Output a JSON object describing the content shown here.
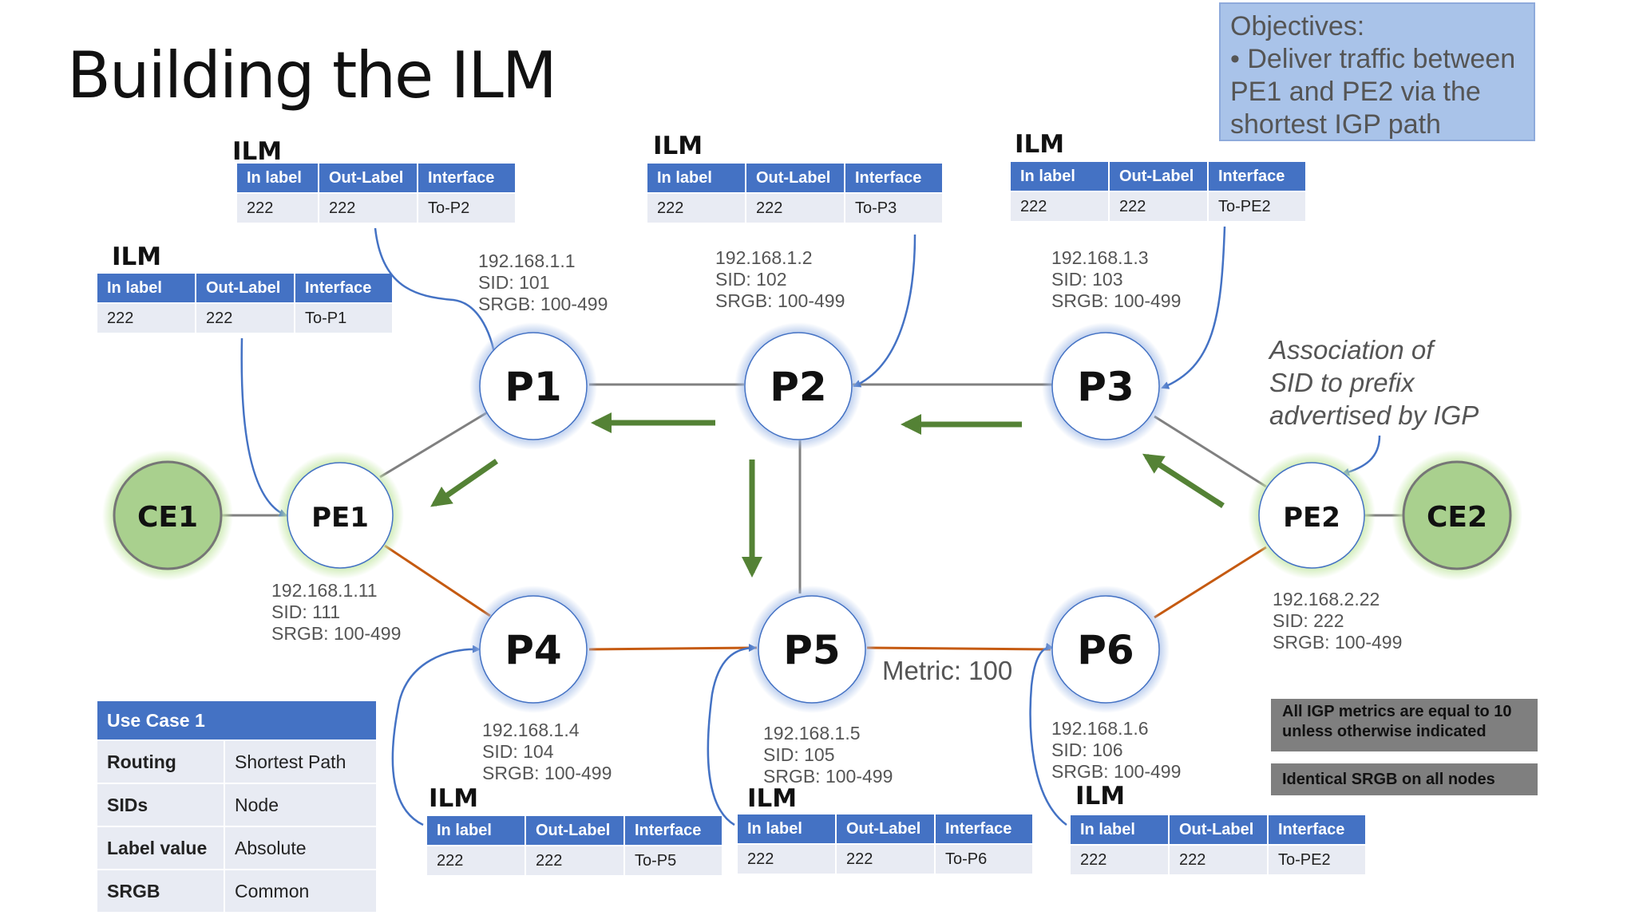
{
  "title": "Building the ILM",
  "objectives": {
    "lines": [
      "Objectives:",
      "• Deliver traffic between",
      "PE1 and PE2 via the",
      "shortest IGP path"
    ]
  },
  "ilm": {
    "heading": "ILM",
    "headers": [
      "In label",
      "Out-Label",
      "Interface"
    ],
    "pe1": [
      "222",
      "222",
      "To-P1"
    ],
    "p1": [
      "222",
      "222",
      "To-P2"
    ],
    "p2": [
      "222",
      "222",
      "To-P3"
    ],
    "p3": [
      "222",
      "222",
      "To-PE2"
    ],
    "p4": [
      "222",
      "222",
      "To-P5"
    ],
    "p5": [
      "222",
      "222",
      "To-P6"
    ],
    "p6": [
      "222",
      "222",
      "To-PE2"
    ]
  },
  "nodes": {
    "P1": {
      "label": "P1",
      "ip": "192.168.1.1",
      "sid": "SID: 101",
      "srgb": "SRGB: 100-499"
    },
    "P2": {
      "label": "P2",
      "ip": "192.168.1.2",
      "sid": "SID: 102",
      "srgb": "SRGB: 100-499"
    },
    "P3": {
      "label": "P3",
      "ip": "192.168.1.3",
      "sid": "SID: 103",
      "srgb": "SRGB: 100-499"
    },
    "P4": {
      "label": "P4",
      "ip": "192.168.1.4",
      "sid": "SID: 104",
      "srgb": "SRGB: 100-499"
    },
    "P5": {
      "label": "P5",
      "ip": "192.168.1.5",
      "sid": "SID: 105",
      "srgb": "SRGB: 100-499"
    },
    "P6": {
      "label": "P6",
      "ip": "192.168.1.6",
      "sid": "SID: 106",
      "srgb": "SRGB: 100-499"
    },
    "PE1": {
      "label": "PE1",
      "ip": "192.168.1.11",
      "sid": "SID: 111",
      "srgb": "SRGB: 100-499"
    },
    "PE2": {
      "label": "PE2",
      "ip": "192.168.2.22",
      "sid": "SID: 222",
      "srgb": "SRGB: 100-499"
    },
    "CE1": {
      "label": "CE1"
    },
    "CE2": {
      "label": "CE2"
    }
  },
  "association": [
    "Association of",
    "SID to prefix",
    "advertised by IGP"
  ],
  "metric_label": "Metric: 100",
  "use_case": {
    "title": "Use Case 1",
    "rows": [
      {
        "key": "Routing",
        "value": "Shortest Path"
      },
      {
        "key": "SIDs",
        "value": "Node"
      },
      {
        "key": "Label value",
        "value": "Absolute"
      },
      {
        "key": "SRGB",
        "value": "Common"
      }
    ]
  },
  "notes": {
    "metrics": [
      "All IGP metrics are equal to 10",
      "unless otherwise indicated"
    ],
    "srgb": "Identical SRGB on all nodes"
  },
  "colors": {
    "link_gray": "#808080",
    "link_orange": "#c55a11",
    "flow_arrow": "#548235",
    "pointer": "#4472c4",
    "header": "#4472c4",
    "ce_fill": "#a9d08e"
  }
}
